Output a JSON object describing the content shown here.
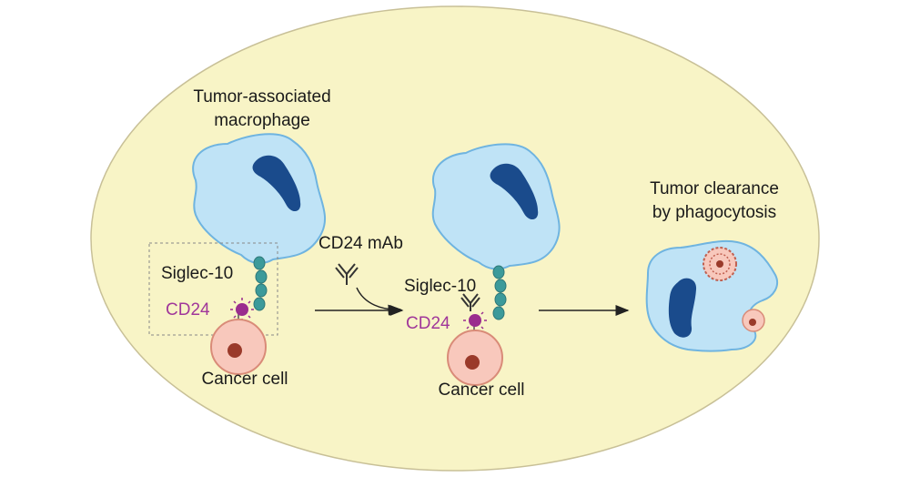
{
  "labels": {
    "macrophage_line1": "Tumor-associated",
    "macrophage_line2": "macrophage",
    "siglec_left": "Siglec-10",
    "cd24_left": "CD24",
    "cancer_left": "Cancer cell",
    "antibody": "CD24 mAb",
    "siglec_mid": "Siglec-10",
    "cd24_mid": "CD24",
    "cancer_mid": "Cancer cell",
    "clearance_line1": "Tumor clearance",
    "clearance_line2": "by phagocytosis"
  },
  "colors": {
    "background_ellipse": "#f8f4c6",
    "macrophage_fill": "#bfe3f6",
    "macrophage_stroke": "#6fb4e0",
    "nucleus": "#1a4b8c",
    "siglec_beads": "#3c9a9a",
    "cd24_glyph": "#9a2d8e",
    "cancer_cell_fill": "#f8c8bc",
    "cancer_cell_stroke": "#d98b78",
    "cancer_nucleus": "#9a3a2a"
  }
}
